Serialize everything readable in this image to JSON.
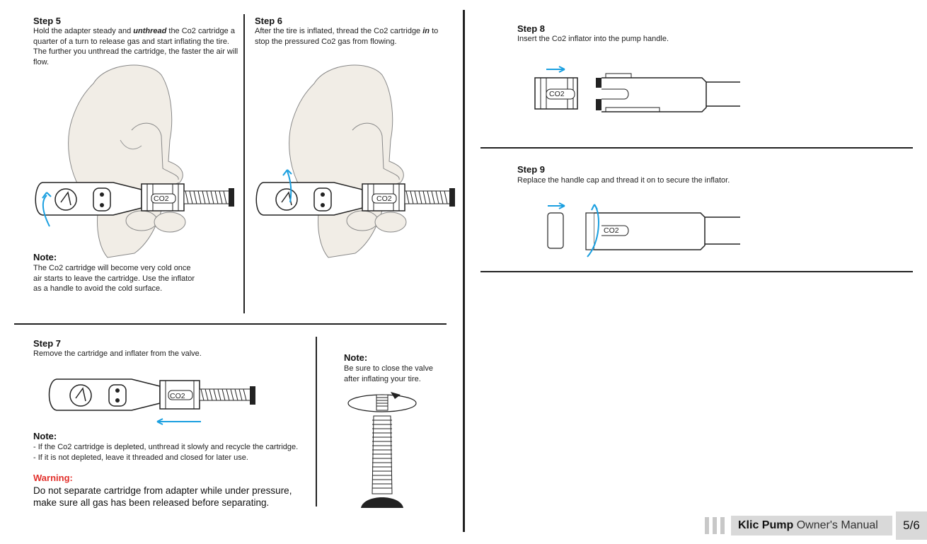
{
  "step5": {
    "title": "Step 5",
    "text_before": "Hold the adapter steady and ",
    "text_emph": "unthread",
    "text_after": " the Co2 cartridge a quarter of a turn to release gas and start inflating the tire. The further you unthread the cartridge, the faster the air will flow.",
    "label": "CO2",
    "note_title": "Note:",
    "note_text": "The Co2 cartridge will become very cold once\nair starts to leave the cartridge. Use the inflator\nas a handle to avoid the cold surface."
  },
  "step6": {
    "title": "Step 6",
    "text_before": "After the tire is inflated, thread the Co2 cartridge ",
    "text_emph": "in",
    "text_after": " to stop the pressured Co2 gas from flowing.",
    "label": "CO2"
  },
  "step7": {
    "title": "Step 7",
    "text": "Remove the cartridge and inflater from the valve.",
    "label": "CO2",
    "note_title": "Note:",
    "note_text": "- If the Co2 cartridge is depleted, unthread it slowly and recycle the cartridge.\n- If it is not depleted, leave it threaded and closed for later use.",
    "warning_title": "Warning:",
    "warning_text": "Do not separate cartridge from adapter while under pressure,\nmake sure all gas has been released before separating."
  },
  "valve_note": {
    "title": "Note:",
    "text": "Be sure to close the valve\nafter inflating your tire."
  },
  "step8": {
    "title": "Step 8",
    "text": "Insert the Co2 inflator into the pump handle.",
    "label": "CO2"
  },
  "step9": {
    "title": "Step 9",
    "text": "Replace the handle cap and thread it on to secure the inflator.",
    "label": "CO2"
  },
  "footer": {
    "brand": "Klic Pump",
    "manual": "Owner's Manual",
    "page": "5/6"
  },
  "colors": {
    "arrow": "#1a9fe0",
    "warning": "#e2302b",
    "rule": "#222222",
    "footer_bg": "#d9d9d9"
  }
}
